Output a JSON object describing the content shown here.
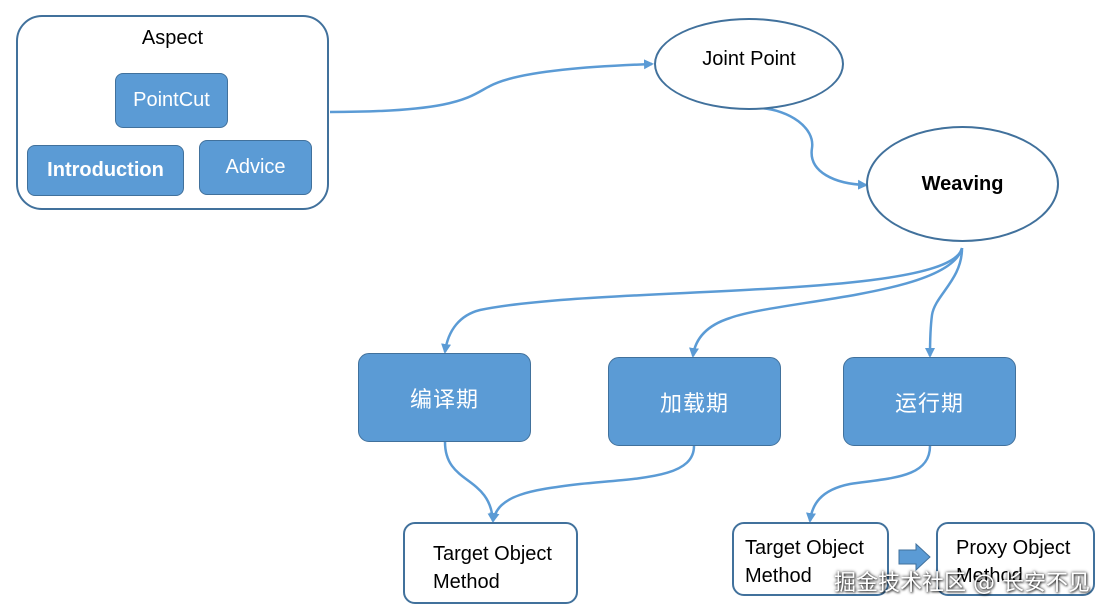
{
  "aspect": {
    "title": "Aspect",
    "pointcut": "PointCut",
    "introduction": "Introduction",
    "advice": "Advice"
  },
  "joint_point": "Joint Point",
  "weaving": "Weaving",
  "stages": {
    "compile": "编译期",
    "load": "加载期",
    "runtime": "运行期"
  },
  "target_object_left": {
    "line1": "Target Object",
    "line2": "Method"
  },
  "target_object_right": {
    "line1": "Target Object",
    "line2": "Method"
  },
  "proxy_object": {
    "line1": "Proxy Object",
    "line2": "Method"
  },
  "watermark": "掘金技术社区 @ 长安不见",
  "colors": {
    "box_fill": "#5B9BD5",
    "border": "#41719C",
    "connector": "#5B9BD5"
  }
}
